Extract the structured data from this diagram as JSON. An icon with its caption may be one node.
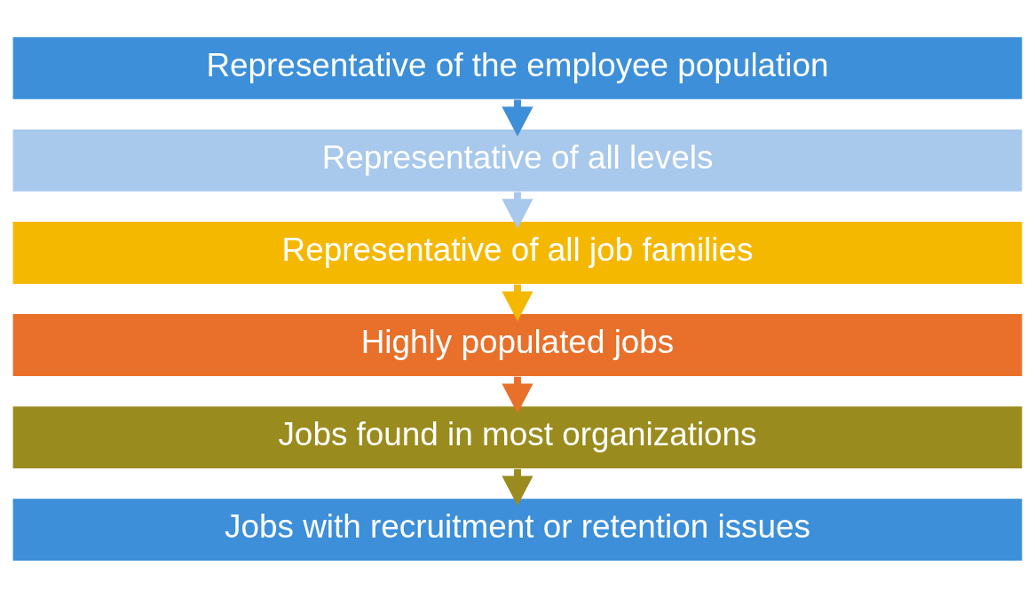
{
  "diagram": {
    "nodes": [
      {
        "text": [
          "Representative of the employee population"
        ]
      },
      {
        "text": [
          "Representative of all levels"
        ]
      },
      {
        "text": [
          "Representative of all job families"
        ]
      },
      {
        "text": [
          "Highly populated jobs"
        ]
      },
      {
        "text": [
          "Jobs found in most organizations"
        ]
      },
      {
        "text": [
          "Jobs with recruitment or retention issues"
        ]
      }
    ],
    "edges": [
      {
        "from": 0,
        "to": 1,
        "arrow": "to",
        "color": "#3c8fd8"
      },
      {
        "from": 1,
        "to": 2,
        "arrow": "to",
        "color": "#a8c8ec"
      },
      {
        "from": 2,
        "to": 3,
        "arrow": "to",
        "color": "#f5b800"
      },
      {
        "from": 3,
        "to": 4,
        "arrow": "to",
        "color": "#e8702a"
      },
      {
        "from": 4,
        "to": 5,
        "arrow": "to",
        "color": "#9a8b1e"
      }
    ]
  }
}
